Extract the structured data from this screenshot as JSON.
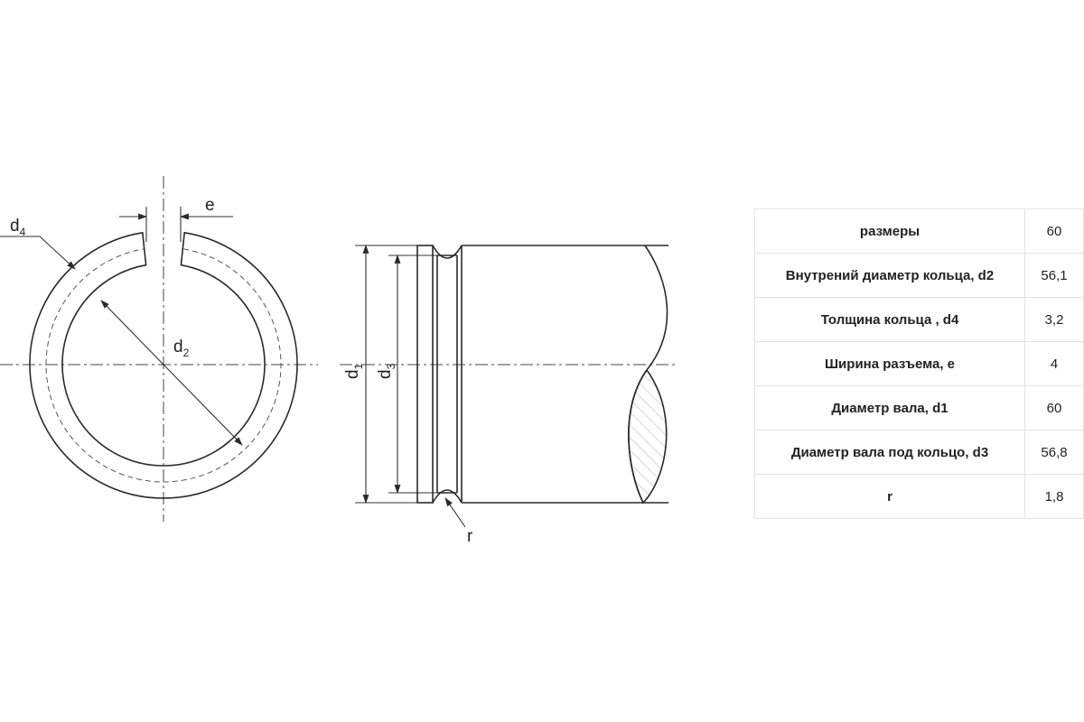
{
  "drawing": {
    "ring_view": {
      "label_d4": "d",
      "label_d4_sub": "4",
      "label_d2": "d",
      "label_d2_sub": "2",
      "label_e": "e"
    },
    "shaft_view": {
      "label_d1": "d",
      "label_d1_sub": "1",
      "label_d3": "d",
      "label_d3_sub": "3",
      "label_r": "r"
    }
  },
  "table": {
    "rows": [
      {
        "param": "размеры",
        "value": "60"
      },
      {
        "param": "Внутрений диаметр кольца, d2",
        "value": "56,1"
      },
      {
        "param": "Толщина кольца , d4",
        "value": "3,2"
      },
      {
        "param": "Ширина разъема, е",
        "value": "4"
      },
      {
        "param": "Диаметр вала, d1",
        "value": "60"
      },
      {
        "param": "Диаметр вала под кольцо, d3",
        "value": "56,8"
      },
      {
        "param": "r",
        "value": "1,8"
      }
    ]
  }
}
